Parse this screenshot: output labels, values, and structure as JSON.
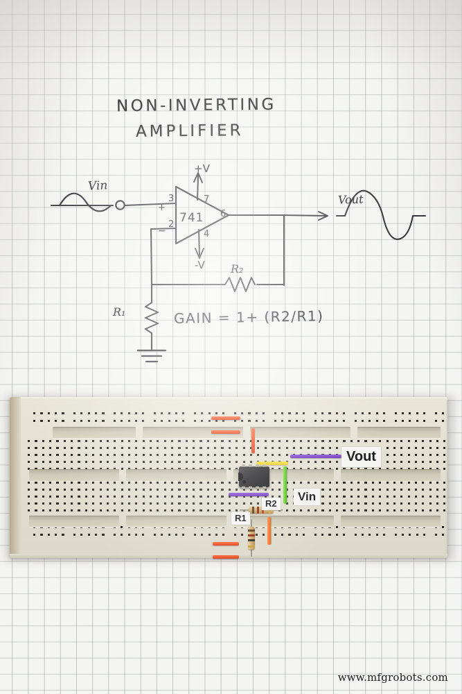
{
  "schematic": {
    "title_line1": "NON-INVERTING",
    "title_line2": "AMPLIFIER",
    "input_label": "Vin",
    "output_label": "Vout",
    "opamp_part": "741",
    "supply_positive": "+V",
    "supply_negative": "-V",
    "pin_noninverting": "3",
    "pin_inverting": "2",
    "pin_vplus": "7",
    "pin_vminus": "4",
    "pin_output": "6",
    "terminal_plus": "+",
    "terminal_minus": "−",
    "resistor1_label": "R₁",
    "resistor2_label": "R₂",
    "gain_formula": "GAIN = 1+ (R2/R1)"
  },
  "breadboard": {
    "labels": {
      "vout": "Vout",
      "vin": "Vin",
      "r2": "R2",
      "r1": "R1"
    },
    "components": {
      "ic": "dip8-op-amp",
      "wire_colors": [
        "#e03a12",
        "#6a32b4",
        "#e8c712",
        "#48b714",
        "#e8621a"
      ]
    }
  },
  "watermark": "www.mfgrobots.com",
  "colors": {
    "ink": "#2a2a2c",
    "paper": "#f4f4f2",
    "grid": "#969ba0",
    "board": "#e2dfd1"
  }
}
